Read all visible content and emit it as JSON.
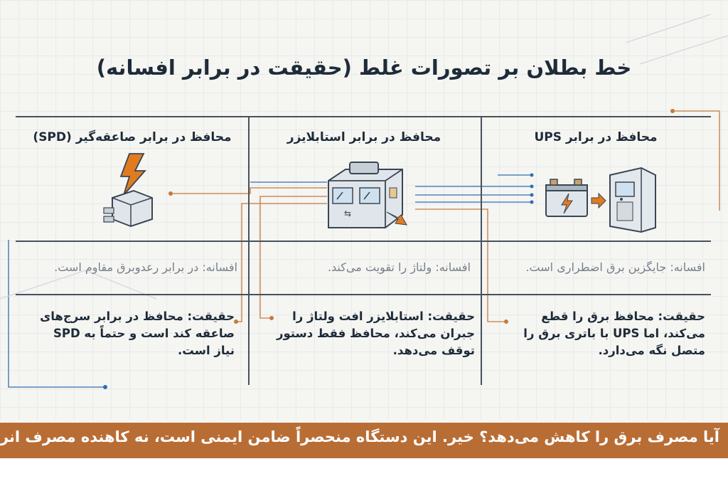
{
  "title": "خط بطلان بر تصورات غلط (حقیقت در برابر افسانه)",
  "columns": [
    {
      "heading": "محافظ در برابر UPS",
      "myth": "افسانه: جایگزین برق اضطراری است.",
      "fact": "حقیقت: محافظ برق را قطع می‌کند، اما UPS با باتری برق را متصل نگه می‌دارد.",
      "icons": [
        "battery-icon",
        "arrow-right-icon",
        "ups-icon"
      ]
    },
    {
      "heading": "محافظ در برابر استابلایزر",
      "myth": "افسانه: ولتاژ را تقویت می‌کند.",
      "fact": "حقیقت: استابلایزر افت ولتاژ را جبران می‌کند، محافظ فقط دستور توقف می‌دهد.",
      "icons": [
        "stabilizer-icon"
      ]
    },
    {
      "heading": "محافظ در برابر صاعقه‌گیر (SPD)",
      "myth": "افسانه: در برابر رعدوبرق مقاوم است.",
      "fact": "حقیقت: محافظ در برابر سرج‌های صاعقه کند است و حتماً به SPD نیاز است.",
      "icons": [
        "lightning-icon",
        "surge-device-icon"
      ]
    }
  ],
  "banner": "آیا مصرف برق را کاهش می‌دهد؟ خیر. این دستگاه منحصراً ضامن ایمنی است، نه کاهنده مصرف انرژی.",
  "colors": {
    "line_blue": "#2f6fb0",
    "line_orange": "#c47a3f",
    "banner": "#b86d35",
    "text": "#1e2b38",
    "myth": "#77808a"
  }
}
